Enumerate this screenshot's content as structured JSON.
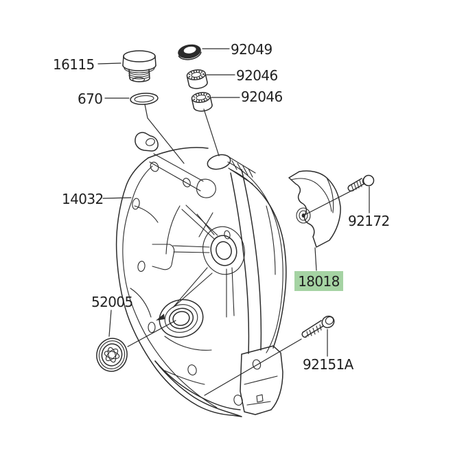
{
  "image": {
    "kind": "exploded-parts-diagram",
    "subject": "engine clutch cover assembly",
    "background": "#ffffff"
  },
  "colors": {
    "line": "#2b2b2b",
    "label_text": "#1f1f1f",
    "highlight_fill": "#a5d3a3"
  },
  "parts": [
    {
      "number": "16115",
      "highlighted": false
    },
    {
      "number": "670",
      "highlighted": false
    },
    {
      "number": "92049",
      "highlighted": false
    },
    {
      "number": "92046",
      "highlighted": false
    },
    {
      "number": "92046",
      "highlighted": false
    },
    {
      "number": "14032",
      "highlighted": false
    },
    {
      "number": "92172",
      "highlighted": false
    },
    {
      "number": "18018",
      "highlighted": true
    },
    {
      "number": "52005",
      "highlighted": false
    },
    {
      "number": "92151A",
      "highlighted": false
    }
  ]
}
